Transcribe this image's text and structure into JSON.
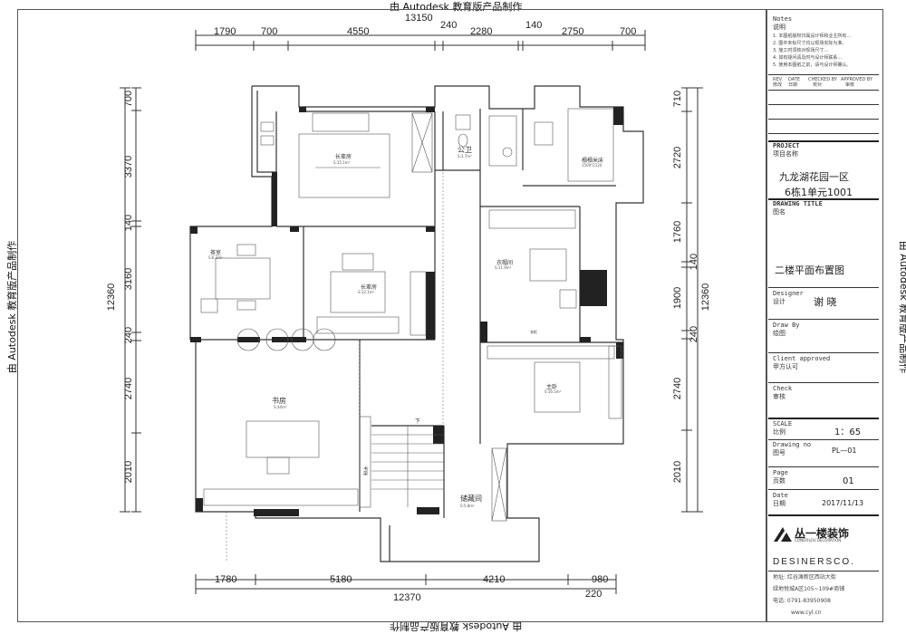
{
  "watermark": "由 Autodesk 教育版产品制作",
  "dimensions": {
    "top_total": "13150",
    "top_segments": [
      "1790",
      "700",
      "4550",
      "240",
      "2280",
      "140",
      "2750",
      "700"
    ],
    "bottom_total": "12370",
    "bottom_extra": "220",
    "bottom_segments": [
      "1780",
      "5180",
      "4210",
      "980"
    ],
    "left_total": "12360",
    "left_segments": [
      "700",
      "3370",
      "140",
      "3160",
      "240",
      "2740",
      "2010"
    ],
    "right_total": "12360",
    "right_segments": [
      "710",
      "2720",
      "1760",
      "140",
      "1900",
      "240",
      "2740",
      "2010"
    ]
  },
  "rooms": [
    {
      "name": "公卫",
      "area": "S:3.7m²"
    },
    {
      "name": "长辈房",
      "area": "S:15.1m²"
    },
    {
      "name": "榻榻米床",
      "area": "1500*2120"
    },
    {
      "name": "茶室",
      "area": "S:6.1m²"
    },
    {
      "name": "长辈房",
      "area": "S:12.1m²"
    },
    {
      "name": "衣帽间",
      "area": "S:11.9m²"
    },
    {
      "name": "书房",
      "area": "S:34m²"
    },
    {
      "name": "主卧",
      "area": "S:16.5m²"
    },
    {
      "name": "储藏间",
      "area": "S:5.8m²"
    },
    {
      "name": "书架",
      "area": ""
    },
    {
      "name": "下",
      "area": ""
    },
    {
      "name": "衣柜",
      "area": ""
    }
  ],
  "title_block": {
    "notes_title": "Notes",
    "notes_cn": "说明",
    "notes_lines": [
      "1.  本图纸版权归属设计师和业主所有...",
      "2.  图中未标尺寸均以现场实际为准。",
      "3.  施工时须核对现场尺寸...",
      "4.  如有疑问请及时与设计师联系...",
      "5.  使用本图纸之前，请与设计师确认。"
    ],
    "rev_header": [
      "REV.",
      "DATE",
      "CHECKED BY",
      "APPROVED BY"
    ],
    "rev_header_cn": [
      "修改",
      "日期",
      "校对",
      "审核"
    ],
    "project_label": "PROJECT",
    "project_cn": "项目名称",
    "project_name_1": "九龙湖花园一区",
    "project_name_2": "6栋1单元1001",
    "drawing_title_label": "DRAWING TITLE",
    "drawing_title_cn": "图名",
    "drawing_title": "二楼平面布置图",
    "designer_label": "Designer",
    "designer_cn": "设计",
    "designer": "谢 晓",
    "drawby_label": "Draw By",
    "drawby_cn": "绘图",
    "client_label": "Client approved",
    "client_cn": "甲方认可",
    "check_label": "Check",
    "check_cn": "审核",
    "scale_label": "SCALE",
    "scale_cn": "比例",
    "scale": "1：65",
    "drawing_no_label": "Drawing no",
    "drawing_no_cn": "图号",
    "drawing_no": "PL—01",
    "page_label": "Page",
    "page_cn": "页数",
    "page": "01",
    "date_label": "Date",
    "date_cn": "日期",
    "date": "2017/11/13",
    "company_name": "丛一楼装饰",
    "company_en": "CONGYILOU DECORATION",
    "company_sub": "DESINERSCO.",
    "address_lines": [
      "地址: 红谷滩新区西站大街",
      "绿地悦城A区105~109#商铺",
      "电话: 0791-83950908",
      "www.cyl.cn"
    ]
  }
}
